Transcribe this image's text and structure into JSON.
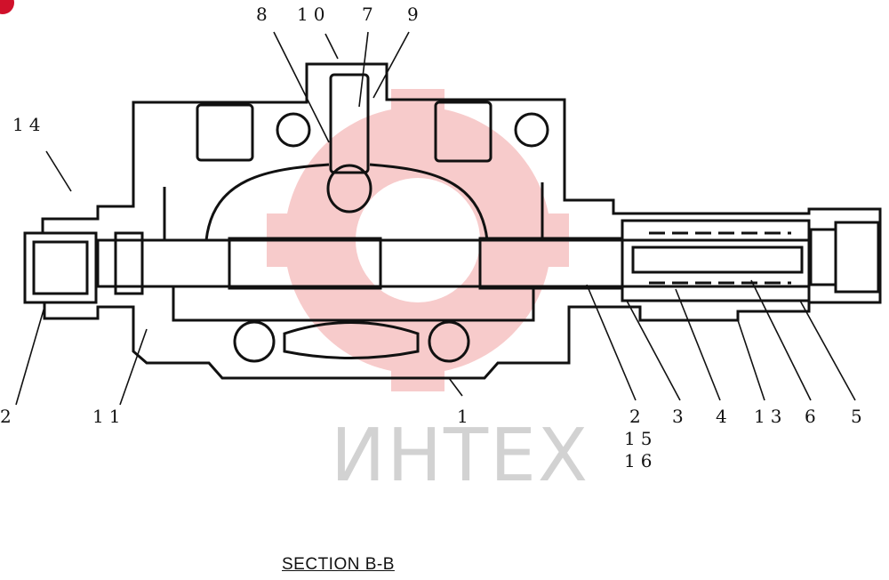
{
  "title": "SECTION  B-B",
  "watermark": {
    "text": "ИНТЕХ",
    "color": "#f4b8b8"
  },
  "callouts": {
    "c8": "8",
    "c10": "10",
    "c7": "7",
    "c9": "9",
    "c14": "14",
    "c12": "2",
    "c11": "11",
    "c1": "1",
    "c2": "2",
    "c3": "3",
    "c4": "4",
    "c13": "13",
    "c6": "6",
    "c5": "5",
    "c15": "15",
    "c16": "16"
  },
  "colors": {
    "line": "#111111",
    "accent": "#d0112b"
  }
}
